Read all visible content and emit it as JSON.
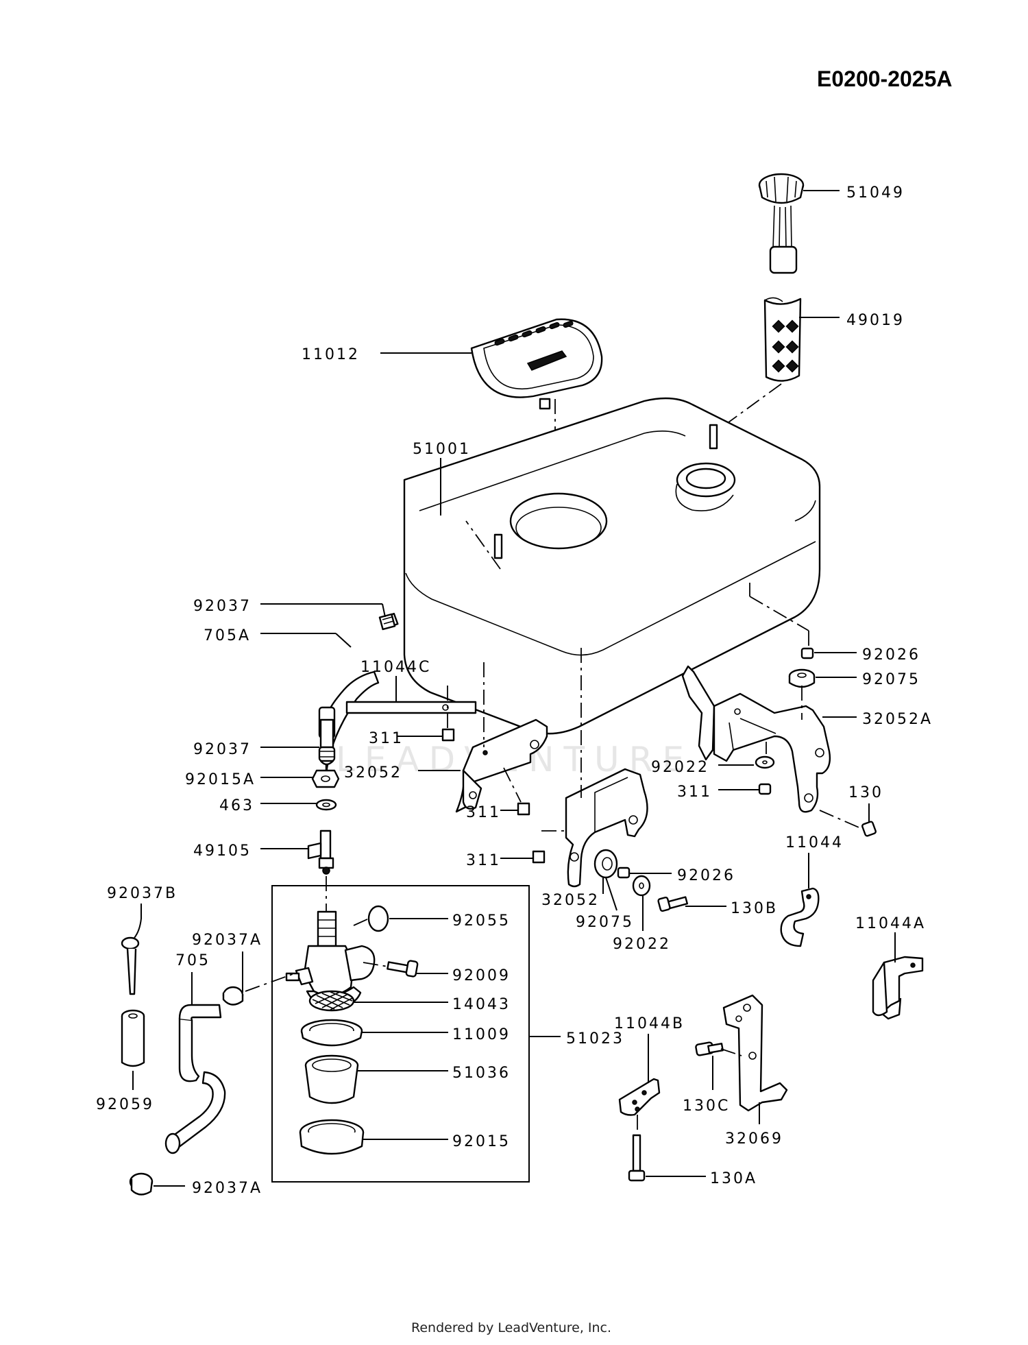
{
  "diagram_code": "E0200-2025A",
  "footer_text": "Rendered by LeadVenture, Inc.",
  "watermark_text": "LEADVENTURE",
  "labels": {
    "l51049": "51049",
    "l49019": "49019",
    "l11012": "11012",
    "l51001": "51001",
    "l92037_top": "92037",
    "l705A": "705A",
    "l11044C": "11044C",
    "l311_a": "311",
    "l92037_mid": "92037",
    "l92015A": "92015A",
    "l32052_left": "32052",
    "l463": "463",
    "l311_b": "311",
    "l49105": "49105",
    "l311_c": "311",
    "l92026_top": "92026",
    "l92075_top": "92075",
    "l32052A": "32052A",
    "l92022_top": "92022",
    "l311_d": "311",
    "l130": "130",
    "l11044": "11044",
    "l92026_mid": "92026",
    "l32052_mid": "32052",
    "l92075_mid": "92075",
    "l92022_mid": "92022",
    "l130B": "130B",
    "l11044A": "11044A",
    "l92037B": "92037B",
    "l92037A_top": "92037A",
    "l705": "705",
    "l92055": "92055",
    "l92009": "92009",
    "l14043": "14043",
    "l11009": "11009",
    "l51023": "51023",
    "l51036": "51036",
    "l92015": "92015",
    "l92059": "92059",
    "l92037A_bottom": "92037A",
    "l11044B": "11044B",
    "l130C": "130C",
    "l32069": "32069",
    "l130A": "130A"
  }
}
